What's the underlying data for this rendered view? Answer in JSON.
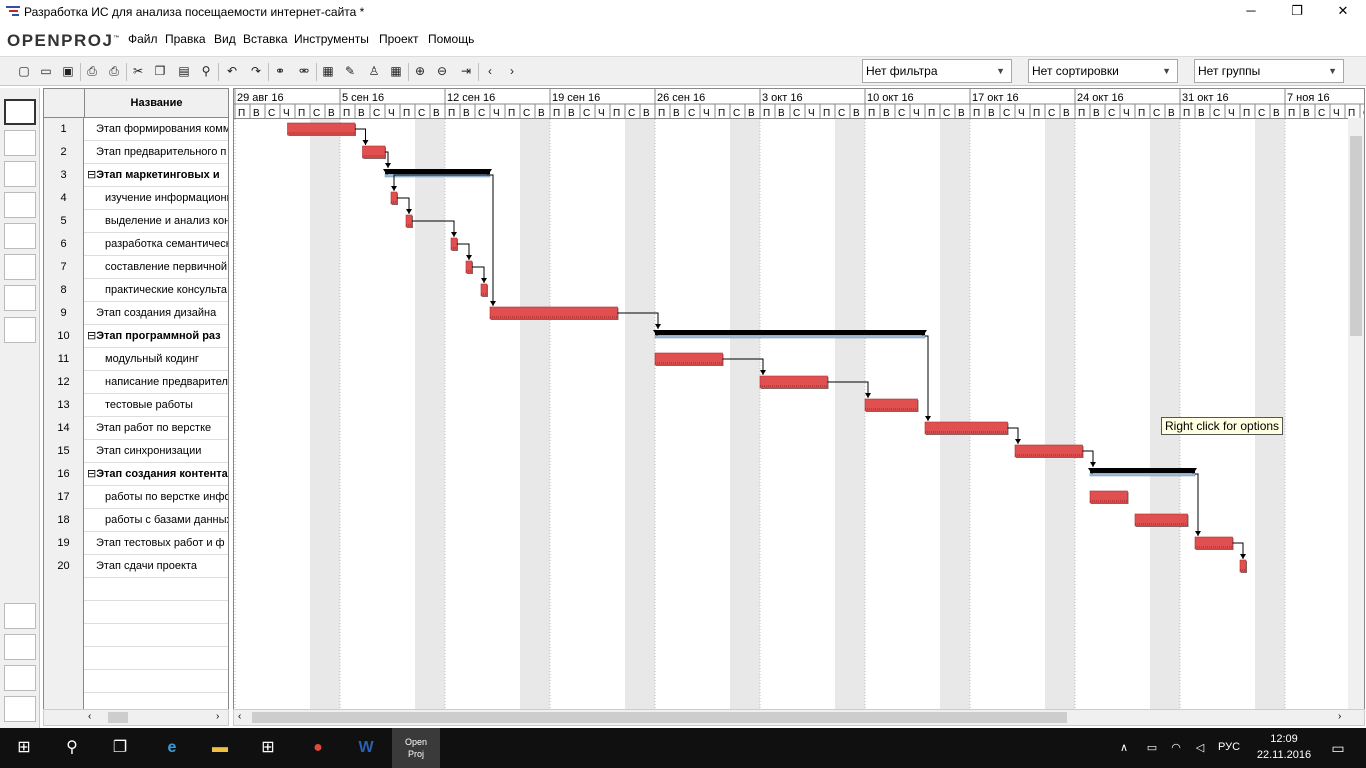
{
  "window": {
    "title": "Разработка ИС для анализа посещаемости интернет-сайта *",
    "minimize": "─",
    "maximize": "❐",
    "close": "✕"
  },
  "app": {
    "logo": "OPENPROJ",
    "logo_mark": "™"
  },
  "menu": [
    "Файл",
    "Правка",
    "Вид",
    "Вставка",
    "Инструменты",
    "Проект",
    "Помощь"
  ],
  "filters": {
    "filter": "Нет фильтра",
    "sort": "Нет сортировки",
    "group": "Нет группы"
  },
  "table": {
    "column_name": "Название",
    "rows": [
      {
        "num": "1",
        "name": "Этап формирования комме",
        "summary": false,
        "indent": 0
      },
      {
        "num": "2",
        "name": "Этап предварительного п",
        "summary": false,
        "indent": 0
      },
      {
        "num": "3",
        "name": "Этап маркетинговых и",
        "summary": true,
        "indent": 0
      },
      {
        "num": "4",
        "name": "изучение информационн",
        "summary": false,
        "indent": 1
      },
      {
        "num": "5",
        "name": "выделение и анализ кон",
        "summary": false,
        "indent": 1
      },
      {
        "num": "6",
        "name": "разработка семантическ",
        "summary": false,
        "indent": 1
      },
      {
        "num": "7",
        "name": "составление первичной",
        "summary": false,
        "indent": 1
      },
      {
        "num": "8",
        "name": "практические консульта",
        "summary": false,
        "indent": 1
      },
      {
        "num": "9",
        "name": "Этап создания дизайна",
        "summary": false,
        "indent": 0
      },
      {
        "num": "10",
        "name": "Этап программной раз",
        "summary": true,
        "indent": 0
      },
      {
        "num": "11",
        "name": "модульный кодинг",
        "summary": false,
        "indent": 1
      },
      {
        "num": "12",
        "name": "написание предварител",
        "summary": false,
        "indent": 1
      },
      {
        "num": "13",
        "name": "тестовые работы",
        "summary": false,
        "indent": 1
      },
      {
        "num": "14",
        "name": "Этап работ по верстке",
        "summary": false,
        "indent": 0
      },
      {
        "num": "15",
        "name": "Этап синхронизации",
        "summary": false,
        "indent": 0
      },
      {
        "num": "16",
        "name": "Этап создания контента",
        "summary": true,
        "indent": 0
      },
      {
        "num": "17",
        "name": "работы по верстке инфо",
        "summary": false,
        "indent": 1
      },
      {
        "num": "18",
        "name": "работы с базами данных",
        "summary": false,
        "indent": 1
      },
      {
        "num": "19",
        "name": "Этап тестовых работ и ф",
        "summary": false,
        "indent": 0
      },
      {
        "num": "20",
        "name": "Этап сдачи проекта",
        "summary": false,
        "indent": 0
      }
    ]
  },
  "gantt": {
    "weeks": [
      "29 авг 16",
      "5 сен 16",
      "12 сен 16",
      "19 сен 16",
      "26 сен 16",
      "3 окт 16",
      "10 окт 16",
      "17 окт 16",
      "24 окт 16",
      "31 окт 16",
      "7 ноя 16"
    ],
    "day_letters": [
      "П",
      "В",
      "С",
      "Ч",
      "П",
      "С",
      "В"
    ],
    "bars": [
      {
        "row": 1,
        "start": 3.5,
        "end": 8.0,
        "type": "task"
      },
      {
        "row": 2,
        "start": 8.5,
        "end": 10.0,
        "type": "task"
      },
      {
        "row": 3,
        "start": 10.0,
        "end": 17.0,
        "type": "summary"
      },
      {
        "row": 4,
        "start": 10.4,
        "end": 10.8,
        "type": "task"
      },
      {
        "row": 5,
        "start": 11.4,
        "end": 11.8,
        "type": "task"
      },
      {
        "row": 6,
        "start": 14.4,
        "end": 14.8,
        "type": "task"
      },
      {
        "row": 7,
        "start": 15.4,
        "end": 15.8,
        "type": "task"
      },
      {
        "row": 8,
        "start": 16.4,
        "end": 16.8,
        "type": "task"
      },
      {
        "row": 9,
        "start": 17.0,
        "end": 25.5,
        "type": "task"
      },
      {
        "row": 10,
        "start": 28.0,
        "end": 46.0,
        "type": "summary"
      },
      {
        "row": 11,
        "start": 28.0,
        "end": 32.5,
        "type": "task"
      },
      {
        "row": 12,
        "start": 35.0,
        "end": 39.5,
        "type": "task"
      },
      {
        "row": 13,
        "start": 42.0,
        "end": 45.5,
        "type": "task"
      },
      {
        "row": 14,
        "start": 46.0,
        "end": 51.5,
        "type": "task"
      },
      {
        "row": 15,
        "start": 52.0,
        "end": 56.5,
        "type": "task"
      },
      {
        "row": 16,
        "start": 57.0,
        "end": 64.0,
        "type": "summary"
      },
      {
        "row": 17,
        "start": 57.0,
        "end": 59.5,
        "type": "task"
      },
      {
        "row": 18,
        "start": 60.0,
        "end": 63.5,
        "type": "task"
      },
      {
        "row": 19,
        "start": 64.0,
        "end": 66.5,
        "type": "task"
      },
      {
        "row": 20,
        "start": 67.0,
        "end": 67.4,
        "type": "task"
      }
    ],
    "links": [
      [
        1,
        2
      ],
      [
        2,
        3
      ],
      [
        3,
        4
      ],
      [
        4,
        5
      ],
      [
        5,
        6
      ],
      [
        6,
        7
      ],
      [
        7,
        8
      ],
      [
        3,
        9
      ],
      [
        9,
        10
      ],
      [
        11,
        12
      ],
      [
        12,
        13
      ],
      [
        10,
        14
      ],
      [
        14,
        15
      ],
      [
        15,
        16
      ],
      [
        16,
        19
      ],
      [
        19,
        20
      ]
    ],
    "tooltip": "Right click for options"
  },
  "taskbar": {
    "time": "12:09",
    "date": "22.11.2016",
    "lang": "РУС"
  },
  "colors": {
    "bar": "#e05050",
    "summary": "#000000",
    "weekend": "#e8e8e8"
  }
}
